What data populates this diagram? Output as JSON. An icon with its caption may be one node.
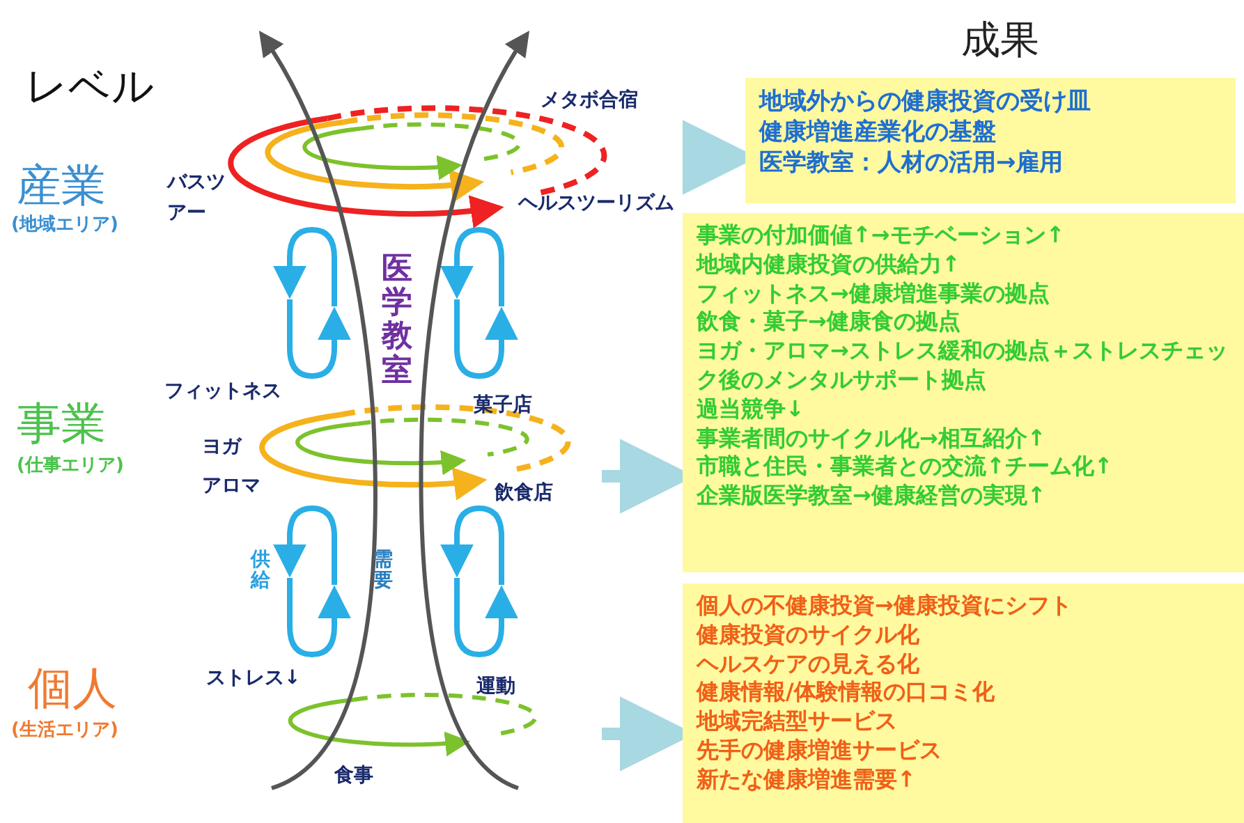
{
  "diagram": {
    "nodes": [
      {
        "text": [
          "地域外からの健康投資の受け皿",
          "健康増進産業化の基盤",
          "医学教室：人材の活用→雇用"
        ]
      },
      {
        "text": [
          "事業の付加価値↑→モチベーション↑",
          "地域内健康投資の供給力↑",
          "フィットネス→健康増進事業の拠点",
          "飲食・菓子→健康食の拠点",
          "ヨガ・アロマ→ストレス緩和の拠点＋ストレスチェック後のメンタルサポート拠点",
          "過当競争↓",
          "事業者間のサイクル化→相互紹介↑",
          "市職と住民・事業者との交流↑チーム化↑",
          "企業版医学教室→健康経営の実現↑"
        ]
      },
      {
        "text": [
          "個人の不健康投資→健康投資にシフト",
          "健康投資のサイクル化",
          "ヘルスケアの見える化",
          "健康情報/体験情報の口コミ化",
          "地域完結型サービス",
          "先手の健康増進サービス",
          "新たな健康増進需要↑"
        ]
      }
    ],
    "edges": [
      {
        "from": null,
        "to": 0,
        "arrow": "to"
      },
      {
        "from": null,
        "to": 1,
        "arrow": "to"
      },
      {
        "from": null,
        "to": 2,
        "arrow": "to"
      }
    ],
    "labels": [
      "レベル",
      "成果",
      "産業",
      "(地域エリア)",
      "メタボ合宿",
      "バスツアー",
      "ヘルスツーリズム",
      "医学教室",
      "フィットネス",
      "事業",
      "(仕事エリア)",
      "菓子店",
      "ヨガ",
      "アロマ",
      "飲食店",
      "供給",
      "需要",
      "個人",
      "(生活エリア)",
      "ストレス↓",
      "運動",
      "食事"
    ]
  }
}
